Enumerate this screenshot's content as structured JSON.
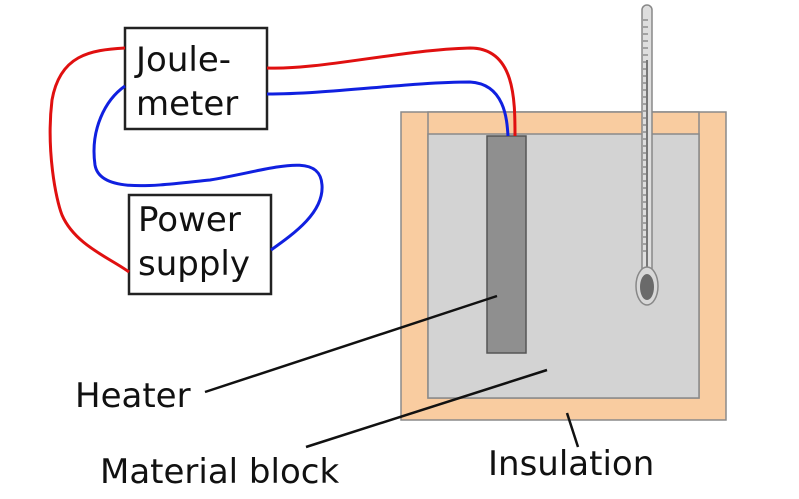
{
  "labels": {
    "joulemeter_line1": "Joule-",
    "joulemeter_line2": "meter",
    "power_line1": "Power",
    "power_line2": "supply",
    "heater": "Heater",
    "material_block": "Material block",
    "insulation": "Insulation"
  },
  "colors": {
    "insulation_fill": "#f9cca0",
    "block_fill": "#d3d3d3",
    "heater_fill": "#8f8f8f",
    "wire_red": "#e01010",
    "wire_blue": "#1020e0",
    "outline": "#222222",
    "thermometer_bulb": "#6a6a6a"
  }
}
